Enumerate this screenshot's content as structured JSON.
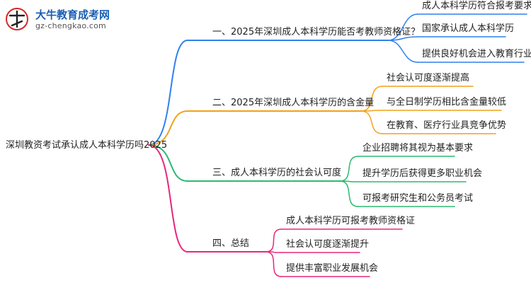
{
  "logo": {
    "name": "大牛教育成考网",
    "url": "gz-chengkao.com"
  },
  "mindmap": {
    "root": "深圳教资考试承认成人本科学历吗2025",
    "branches": [
      {
        "label": "一、2025年深圳成人本科学历能否考教师资格证？",
        "color": "#2f80ed",
        "children": [
          "成人本科学历符合报考要求",
          "国家承认成人本科学历",
          "提供良好机会进入教育行业"
        ]
      },
      {
        "label": "二、2025年深圳成人本科学历的含金量",
        "color": "#f0a21a",
        "children": [
          "社会认可度逐渐提高",
          "与全日制学历相比含金量较低",
          "在教育、医疗行业具竞争优势"
        ]
      },
      {
        "label": "三、成人本科学历的社会认可度",
        "color": "#2eb872",
        "children": [
          "企业招聘将其视为基本要求",
          "提升学历后获得更多职业机会",
          "可报考研究生和公务员考试"
        ]
      },
      {
        "label": "四、总结",
        "color": "#e8267a",
        "children": [
          "成人本科学历可报考教师资格证",
          "社会认可度逐渐提升",
          "提供丰富职业发展机会"
        ]
      }
    ]
  }
}
